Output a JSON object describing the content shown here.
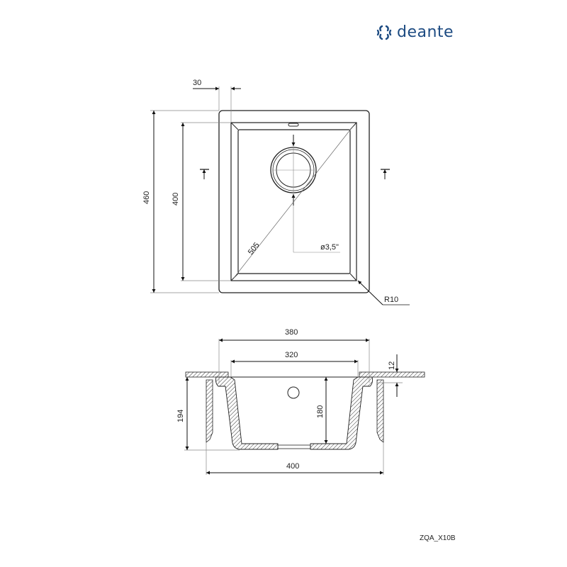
{
  "brand": {
    "name": "deante",
    "color": "#1d4b82"
  },
  "top_view": {
    "dimensions": {
      "rim_width": "30",
      "overall_depth": "460",
      "bowl_depth": "400",
      "diagonal": "505",
      "drain_diameter": "ø3,5\"",
      "corner_radius": "R10"
    }
  },
  "section_view": {
    "dimensions": {
      "top_width": "380",
      "bowl_inner_width": "320",
      "worktop_thickness": "12",
      "overall_height": "194",
      "bowl_height": "180",
      "overall_width": "400"
    }
  },
  "drawing_code": "ZQA_X10B"
}
